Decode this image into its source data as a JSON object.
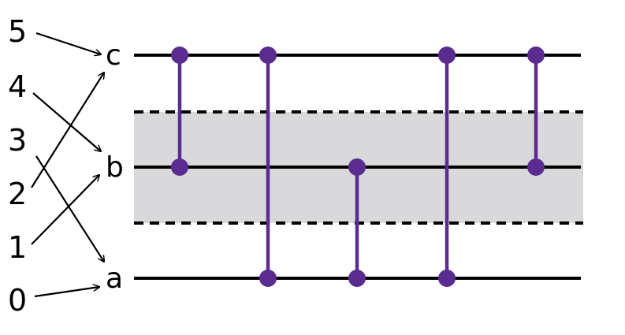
{
  "numbers": [
    "5",
    "4",
    "3",
    "2",
    "1",
    "0"
  ],
  "qubits": [
    "c",
    "b",
    "a"
  ],
  "mapping": [
    {
      "from": "5",
      "to": "c"
    },
    {
      "from": "4",
      "to": "b"
    },
    {
      "from": "3",
      "to": "a"
    },
    {
      "from": "2",
      "to": "c"
    },
    {
      "from": "1",
      "to": "b"
    },
    {
      "from": "0",
      "to": "a"
    }
  ],
  "gates": [
    {
      "control": "c",
      "target": "b"
    },
    {
      "control": "c",
      "target": "a"
    },
    {
      "control": "b",
      "target": "a"
    },
    {
      "control": "c",
      "target": "a"
    },
    {
      "control": "c",
      "target": "b"
    }
  ],
  "highlighted_wire": "b",
  "colors": {
    "gate": "#5b2c8f",
    "wire": "#000000",
    "band": "#d9d8da",
    "arrow": "#000000"
  }
}
